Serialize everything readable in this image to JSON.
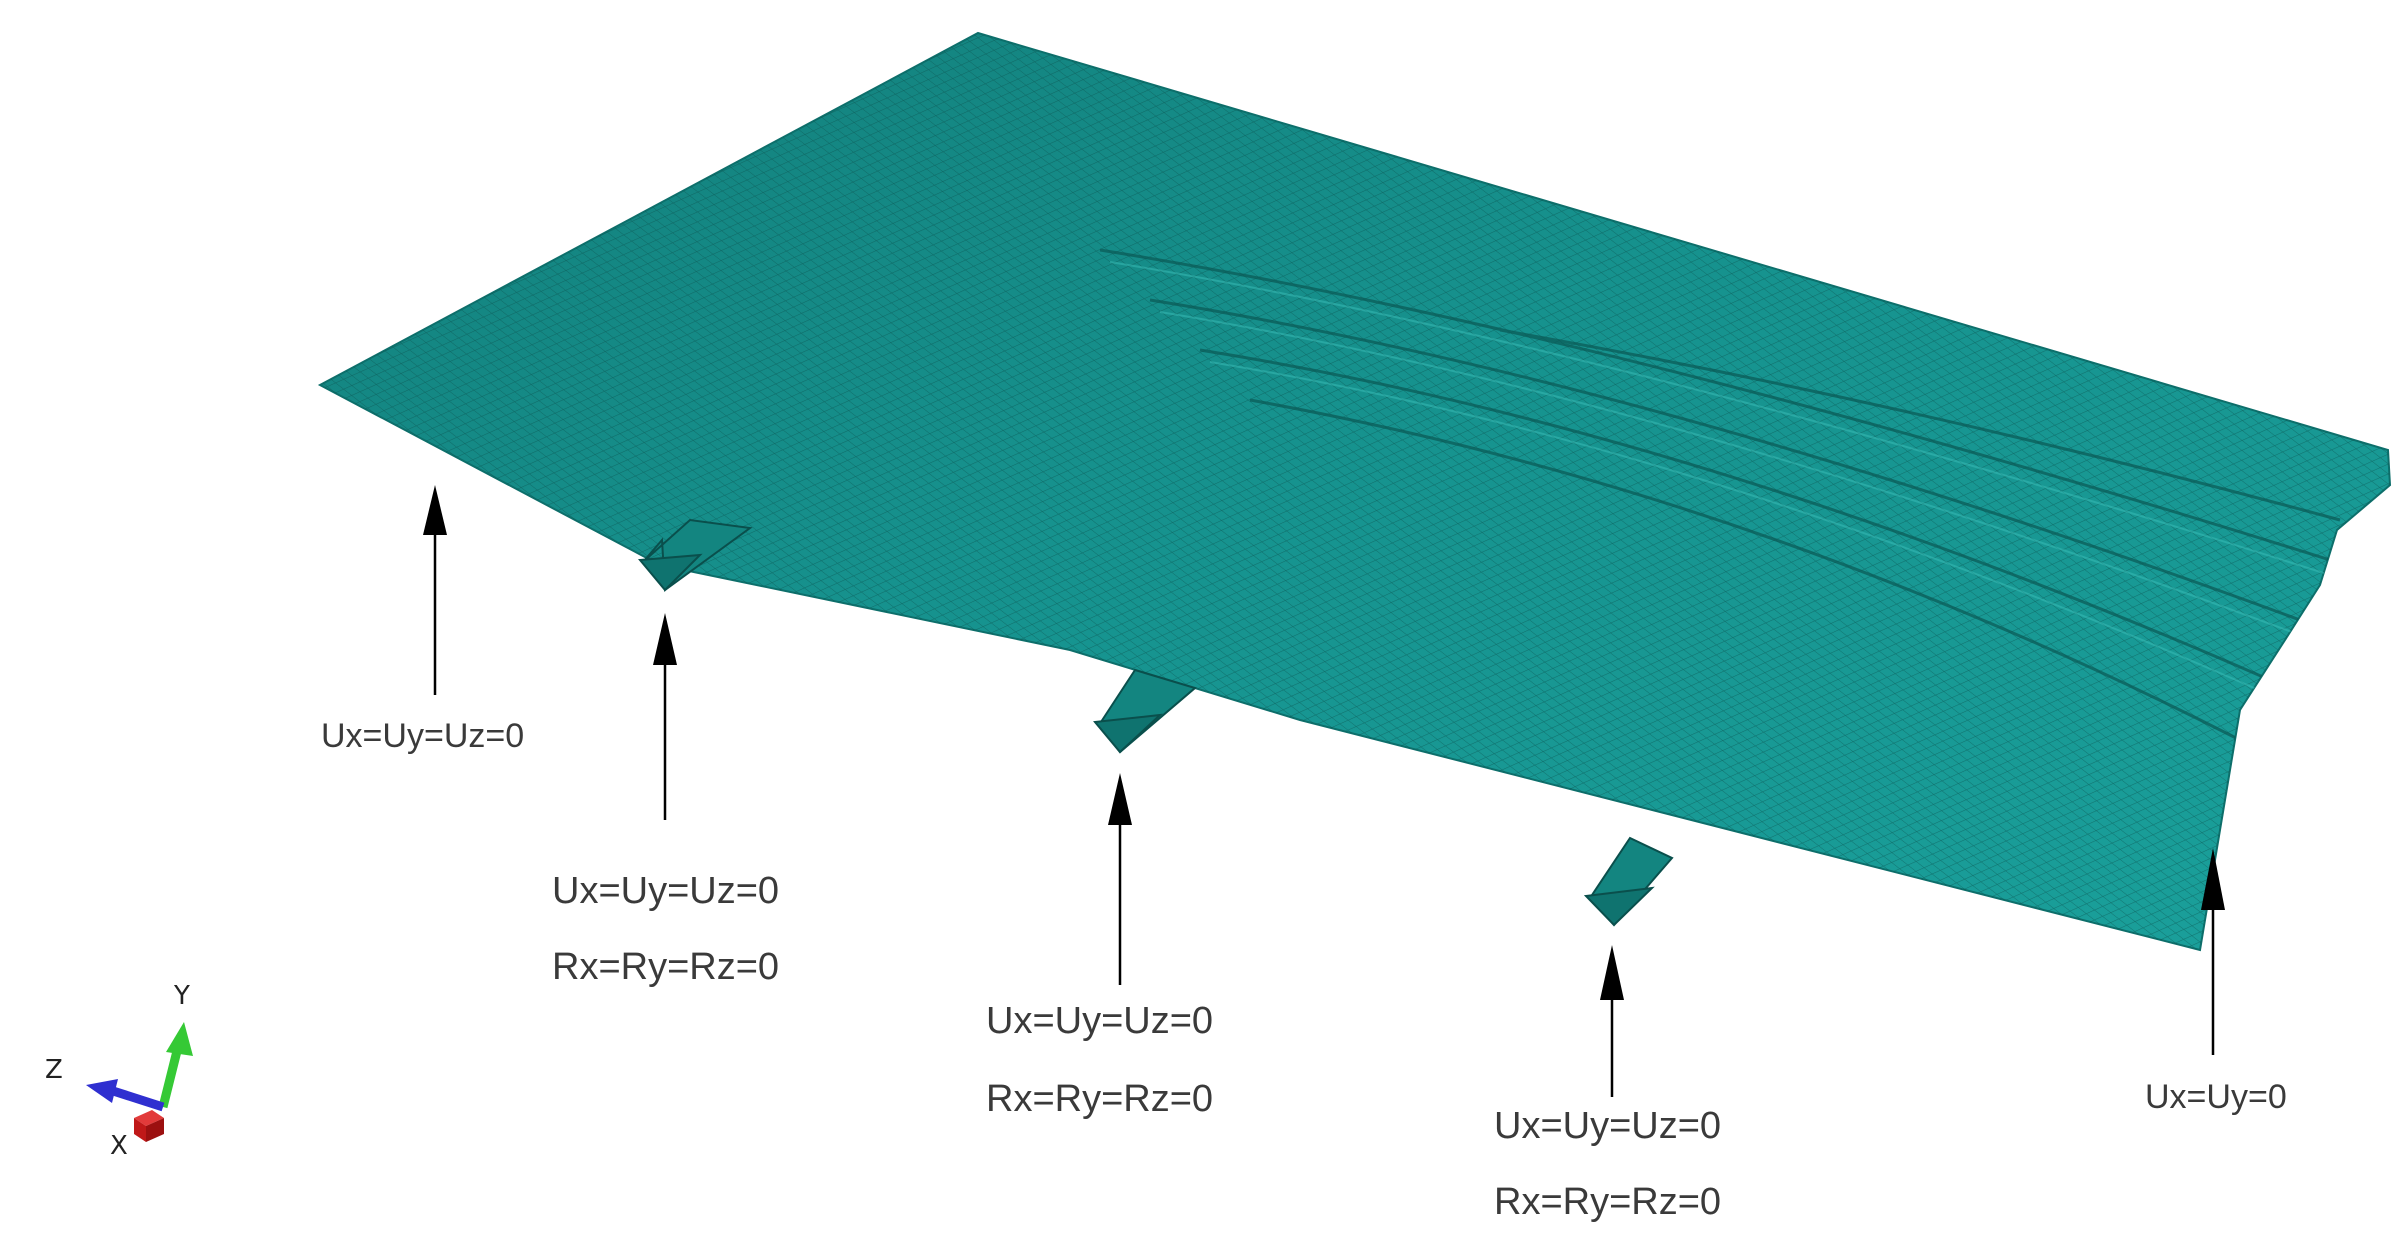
{
  "supports": {
    "left_edge": {
      "line1": "Ux=Uy=Uz=0"
    },
    "stiffener_1": {
      "line1": "Ux=Uy=Uz=0",
      "line2": "Rx=Ry=Rz=0"
    },
    "stiffener_2": {
      "line1": "Ux=Uy=Uz=0",
      "line2": "Rx=Ry=Rz=0"
    },
    "stiffener_3": {
      "line1": "Ux=Uy=Uz=0",
      "line2": "Rx=Ry=Rz=0"
    },
    "right_edge": {
      "line1": "Ux=Uy=0"
    }
  },
  "triad": {
    "y": "Y",
    "z": "Z",
    "x": "X"
  },
  "colors": {
    "mesh": "#16928e",
    "mesh_light": "#1aa6a1",
    "mesh_dark": "#0d6f6b",
    "mesh_line": "#0a4f4c",
    "arrow": "#000000",
    "axis_y": "#35c935",
    "axis_z": "#2f2fd0",
    "axis_x": "#d01e1e"
  }
}
